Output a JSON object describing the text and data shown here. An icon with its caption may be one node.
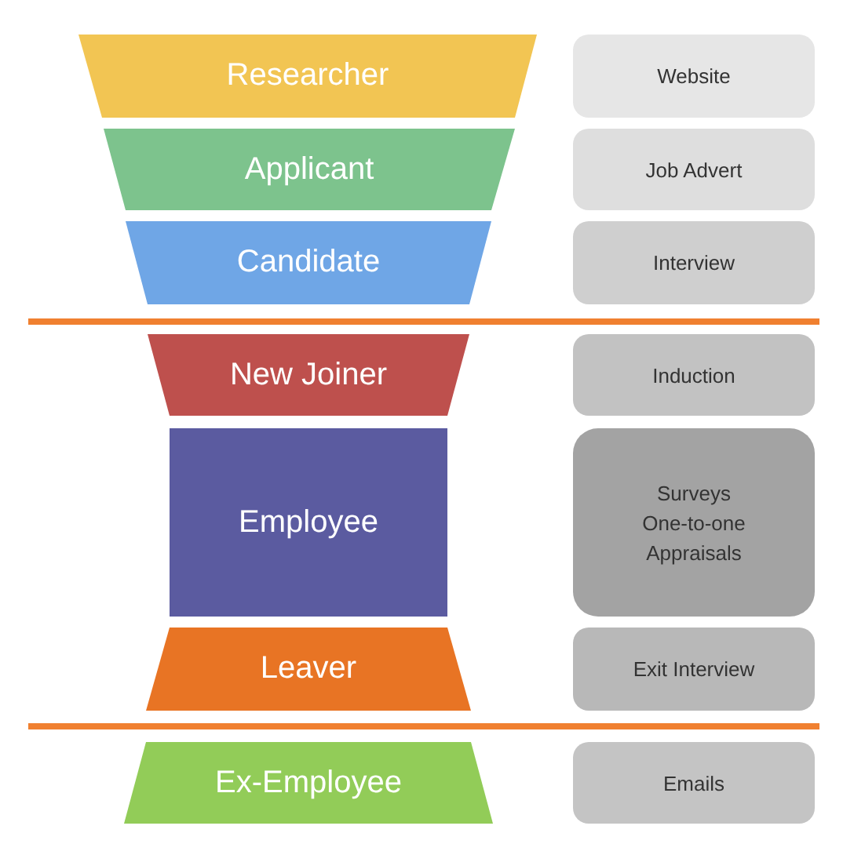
{
  "diagram": {
    "nodes": [
      {
        "text": [
          "Researcher"
        ]
      },
      {
        "text": [
          "Applicant"
        ]
      },
      {
        "text": [
          "Candidate"
        ]
      },
      {
        "text": [
          "New Joiner"
        ]
      },
      {
        "text": [
          "Employee"
        ]
      },
      {
        "text": [
          "Leaver"
        ]
      },
      {
        "text": [
          "Ex-Employee"
        ]
      },
      {
        "text": [
          "Website"
        ]
      },
      {
        "text": [
          "Job Advert"
        ]
      },
      {
        "text": [
          "Interview"
        ]
      },
      {
        "text": [
          "Induction"
        ]
      },
      {
        "text": [
          "Surveys",
          "One-to-one",
          "Appraisals"
        ]
      },
      {
        "text": [
          "Exit Interview"
        ]
      },
      {
        "text": [
          "Emails"
        ]
      }
    ],
    "edges": []
  }
}
